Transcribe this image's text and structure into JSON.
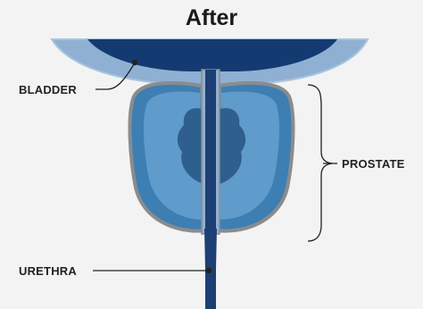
{
  "title": "After",
  "labels": {
    "bladder": "BLADDER",
    "prostate": "PROSTATE",
    "urethra": "URETHRA"
  },
  "colors": {
    "background": "#f3f3f3",
    "bladder_outer": "#8fb0d2",
    "bladder_inner": "#143a72",
    "prostate_outline": "#8a8c8e",
    "prostate_fill": "#3d7fb3",
    "prostate_light": "#5f9ccb",
    "prostate_dark": "#2f5f8e",
    "urethra": "#1d3f73",
    "leader_line": "#222222"
  }
}
